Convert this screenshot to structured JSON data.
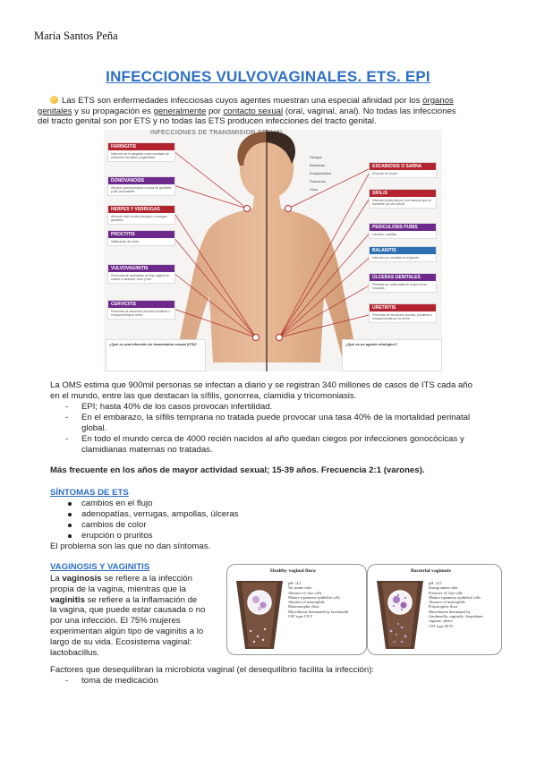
{
  "author": "Maria Santos Peña",
  "title": "INFECCIONES VULVOVAGINALES. ETS. EPI",
  "intro": {
    "l1a": "Las ETS son enfermedades infecciosas cuyos agentes muestran una especial afinidad por los ",
    "l1b": "órganos",
    "l2a": "genitales",
    "l2b": " y su propagación es ",
    "l2c": "generalmente",
    "l2d": " por ",
    "l2e": "contacto sexual",
    "l2f": " (oral, vaginal, anal). No todas las infecciones",
    "l3": "del tracto genital son por ETS y no todas las ETS producen infecciones del tracto genital."
  },
  "infographic": {
    "title": "INFECCIONES DE TRANSMISIÓN SEXUAL",
    "left_boxes": [
      {
        "title": "FARINGITIS",
        "color": "#b3242f",
        "body": "Infección de la garganta como resultado de relaciones sexuales orogenitales"
      },
      {
        "title": "DONOVANOSIS",
        "color": "#6d2a8c",
        "body": "Afección granulomatosa crónica de genitales y piel circundante"
      },
      {
        "title": "HERPES Y VERRUGAS",
        "color": "#b3242f",
        "body": "Afección viral crónica (herpes) o verrugas genitales"
      },
      {
        "title": "PROCTITIS",
        "color": "#6d2a8c",
        "body": "Inflamación del recto"
      },
      {
        "title": "VULVOVAGINITIS",
        "color": "#6d2a8c",
        "body": "Presencia de cantidades de flujo vaginal en cuanto a cantidad, color y olor"
      },
      {
        "title": "CERVICITIS",
        "color": "#6d2a8c",
        "body": "Presencia de secreción mucosa purulenta o mucopurulenta al cérvix"
      }
    ],
    "right_boxes": [
      {
        "title": "ESCABIOSIS O SARNA",
        "color": "#b3242f",
        "body": "Erupción en la piel"
      },
      {
        "title": "SÍFILIS",
        "color": "#b3242f",
        "body": "Infección producida por una bacteria que se transmite por vía sexual"
      },
      {
        "title": "PEDICULOSIS PUBIS",
        "color": "#6d2a8c",
        "body": "Liendres o ladillas"
      },
      {
        "title": "BALANITIS",
        "color": "#2d6fb3",
        "body": "Infección por candida en el glande"
      },
      {
        "title": "ÚLCERAS GENITALES",
        "color": "#6d2a8c",
        "body": "Pérdidas de continuidad de la piel en las mucosas"
      },
      {
        "title": "URETRITIS",
        "color": "#b3242f",
        "body": "Presencia de secreción mucosa, purulenta o mucopurulenta por la uretra"
      }
    ],
    "legend": [
      "Hongos",
      "Bacterias",
      "Ectoparásitos",
      "Protozoos",
      "Virus"
    ],
    "bottom_left_title": "¿Qué es una infección de transmisión sexual (ITS)?",
    "bottom_right_title": "¿Qué es un agente etiológico?"
  },
  "oms": {
    "p1": "La OMS estima que 900mil personas se infectan a diario y se registran 340 millones de casos de ITS cada año",
    "p2": "en el mundo, entre las que destacan la sífilis, gonorrea, clamidia y tricomoniasis.",
    "items": [
      [
        "EPI; hasta 40% de los casos provocan infertilidad."
      ],
      [
        "En el embarazo, la sífilis temprana no tratada puede provocar una tasa 40% de la mortalidad perinatal",
        "global."
      ],
      [
        "En todo el mundo cerca de 4000 recién nacidos al año quedan ciegos por infecciones gonocócicas y",
        "clamidianas maternas no tratadas."
      ]
    ]
  },
  "frequency": "Más frecuente en los años de mayor actividad sexual; 15-39 años. Frecuencia 2:1 (varones).",
  "symptoms": {
    "heading": "SÍNTOMAS DE ETS",
    "items": [
      "cambios en el flujo",
      "adenopatías, verrugas, ampollas, úlceras",
      "cambios de color",
      "erupción o pruritos"
    ],
    "note": "El problema son las que no dan síntomas."
  },
  "vaginosis": {
    "heading": "VAGINOSIS Y VAGINITIS",
    "lines": [
      [
        "La ",
        "vaginosis",
        " se refiere a la infección"
      ],
      [
        "propia de la vagina, mientras que la"
      ],
      [
        "",
        "vaginitis",
        " se refiere a la inflamación de"
      ],
      [
        "la vagina, que puede estar causada o no"
      ],
      [
        "por una infección. El 75% mujeres"
      ],
      [
        "experimentan algún tipo de vaginitis a lo"
      ],
      [
        "largo de su vida. Ecosistema vaginal:"
      ],
      [
        "lactobacillus."
      ]
    ]
  },
  "flora": {
    "healthy": {
      "title": "Healthy vaginal flora",
      "items": [
        "pH <4.5",
        "No amine odor",
        "Absence of clue cells",
        "Mature squamous epithelial cells",
        "Absence of neutrophils",
        "Monomorphic flora",
        "Microbiome dominated by lactobacilli",
        "CST type I II V"
      ]
    },
    "bacterial": {
      "title": "Bacterial vaginosis",
      "items": [
        "pH >4.5",
        "Strong amine odor",
        "Presence of clue cells",
        "Mature squamous epithelial cells",
        "Absence of neutrophils",
        "Polymorphic flora",
        "Microbiome dominated by",
        "Gardnerella, vaginalis, Atopobium",
        "vaginae, others",
        "CST type III IV"
      ]
    }
  },
  "factors": {
    "p": "Factores que desequilibran la microbiota vaginal (el desequilibrio facilita la infección):",
    "items": [
      "toma de medicación"
    ]
  }
}
